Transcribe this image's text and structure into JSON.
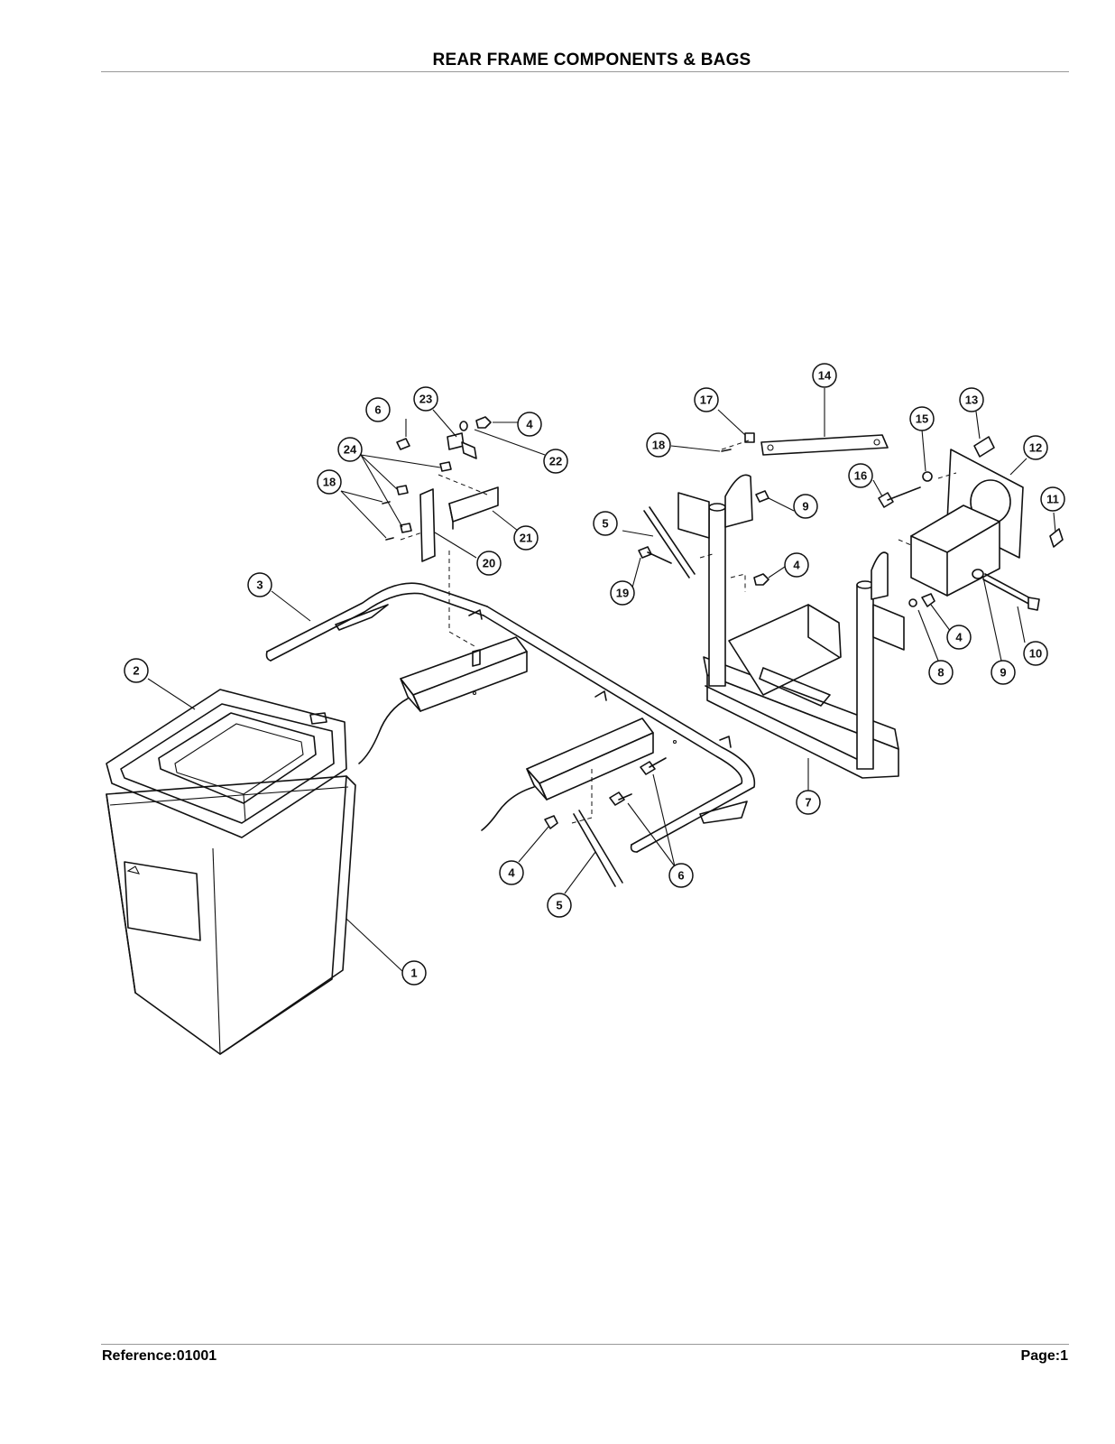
{
  "title": "REAR FRAME COMPONENTS & BAGS",
  "footer": {
    "reference": "Reference:01001",
    "page": "Page:1"
  },
  "callouts": [
    {
      "id": "c1",
      "label": "1"
    },
    {
      "id": "c2",
      "label": "2"
    },
    {
      "id": "c3",
      "label": "3"
    },
    {
      "id": "c4a",
      "label": "4"
    },
    {
      "id": "c4b",
      "label": "4"
    },
    {
      "id": "c4c",
      "label": "4"
    },
    {
      "id": "c4d",
      "label": "4"
    },
    {
      "id": "c5a",
      "label": "5"
    },
    {
      "id": "c5b",
      "label": "5"
    },
    {
      "id": "c6a",
      "label": "6"
    },
    {
      "id": "c6b",
      "label": "6"
    },
    {
      "id": "c7",
      "label": "7"
    },
    {
      "id": "c8",
      "label": "8"
    },
    {
      "id": "c9a",
      "label": "9"
    },
    {
      "id": "c9b",
      "label": "9"
    },
    {
      "id": "c10",
      "label": "10"
    },
    {
      "id": "c11",
      "label": "11"
    },
    {
      "id": "c12",
      "label": "12"
    },
    {
      "id": "c13",
      "label": "13"
    },
    {
      "id": "c14",
      "label": "14"
    },
    {
      "id": "c15",
      "label": "15"
    },
    {
      "id": "c16",
      "label": "16"
    },
    {
      "id": "c17",
      "label": "17"
    },
    {
      "id": "c18a",
      "label": "18"
    },
    {
      "id": "c18b",
      "label": "18"
    },
    {
      "id": "c19",
      "label": "19"
    },
    {
      "id": "c20",
      "label": "20"
    },
    {
      "id": "c21",
      "label": "21"
    },
    {
      "id": "c22",
      "label": "22"
    },
    {
      "id": "c23",
      "label": "23"
    },
    {
      "id": "c24",
      "label": "24"
    }
  ]
}
